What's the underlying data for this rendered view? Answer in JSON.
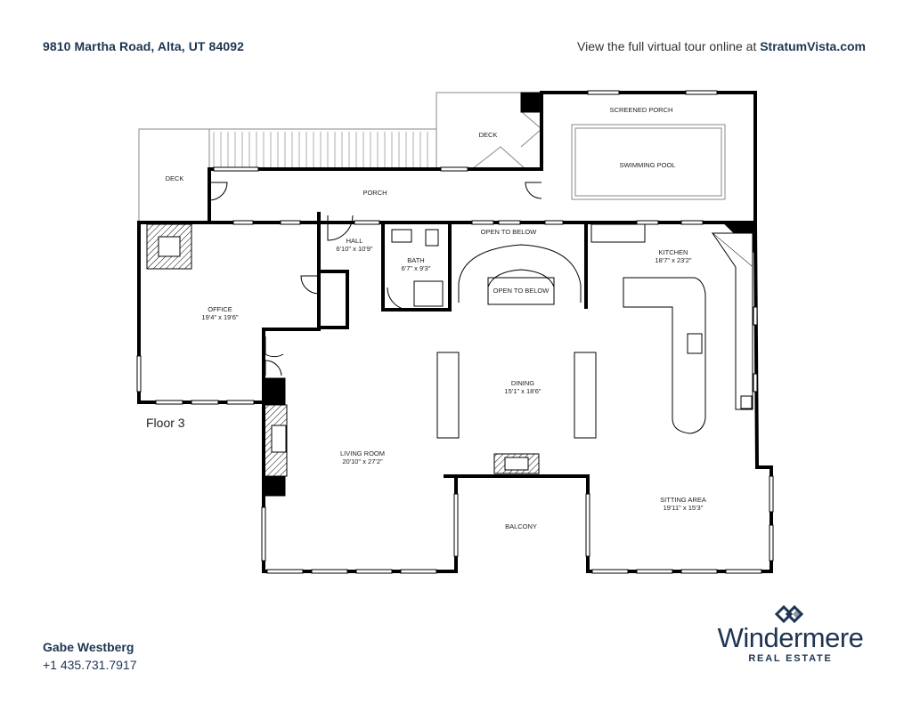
{
  "header": {
    "address": "9810 Martha Road, Alta, UT 84092",
    "tour_prefix": "View the full virtual tour online at ",
    "tour_site": "StratumVista.com"
  },
  "floor_label": "Floor 3",
  "rooms": {
    "deck_left": "DECK",
    "deck_upper": "DECK",
    "porch": "PORCH",
    "screened_porch": "SCREENED PORCH",
    "swimming_pool": "SWIMMING POOL",
    "hall": {
      "name": "HALL",
      "dims": "6'10\" x 10'9\""
    },
    "bath": {
      "name": "BATH",
      "dims": "6'7\" x 9'3\""
    },
    "open_below_top": "OPEN TO BELOW",
    "open_below_stair": "OPEN TO BELOW",
    "kitchen": {
      "name": "KITCHEN",
      "dims": "18'7\" x 23'2\""
    },
    "office": {
      "name": "OFFICE",
      "dims": "19'4\" x 19'6\""
    },
    "dining": {
      "name": "DINING",
      "dims": "15'1\" x 18'6\""
    },
    "living_room": {
      "name": "LIVING ROOM",
      "dims": "20'10\" x 27'2\""
    },
    "balcony": "BALCONY",
    "sitting_area": {
      "name": "SITTING AREA",
      "dims": "19'11\" x 15'3\""
    }
  },
  "agent": {
    "name": "Gabe Westberg",
    "phone": "+1 435.731.7917"
  },
  "brand": {
    "wordmark": "Windermere",
    "tagline": "REAL ESTATE",
    "color": "#1e3552"
  }
}
